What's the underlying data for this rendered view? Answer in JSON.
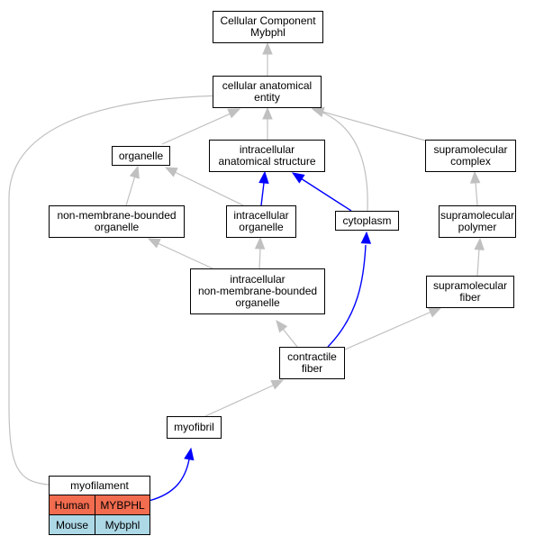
{
  "nodes": {
    "cellular_component": "Cellular Component\nMybphl",
    "cellular_anatomical_entity": "cellular anatomical\nentity",
    "organelle": "organelle",
    "intracellular_anatomical_structure": "intracellular\nanatomical structure",
    "supramolecular_complex": "supramolecular\ncomplex",
    "non_membrane_bounded_organelle": "non-membrane-bounded\norganelle",
    "intracellular_organelle": "intracellular\norganelle",
    "cytoplasm": "cytoplasm",
    "supramolecular_polymer": "supramolecular\npolymer",
    "intracellular_non_membrane_bounded_organelle": "intracellular\nnon-membrane-bounded\norganelle",
    "supramolecular_fiber": "supramolecular\nfiber",
    "contractile_fiber": "contractile\nfiber",
    "myofibril": "myofibril"
  },
  "gene_table": {
    "title": "myofilament",
    "rows": [
      {
        "species": "Human",
        "gene": "MYBPHL",
        "color": "#f26c4f"
      },
      {
        "species": "Mouse",
        "gene": "Mybphl",
        "color": "#add8e6"
      }
    ]
  },
  "colors": {
    "is_a_edge": "#c0c0c0",
    "part_of_edge": "#0000ff"
  }
}
